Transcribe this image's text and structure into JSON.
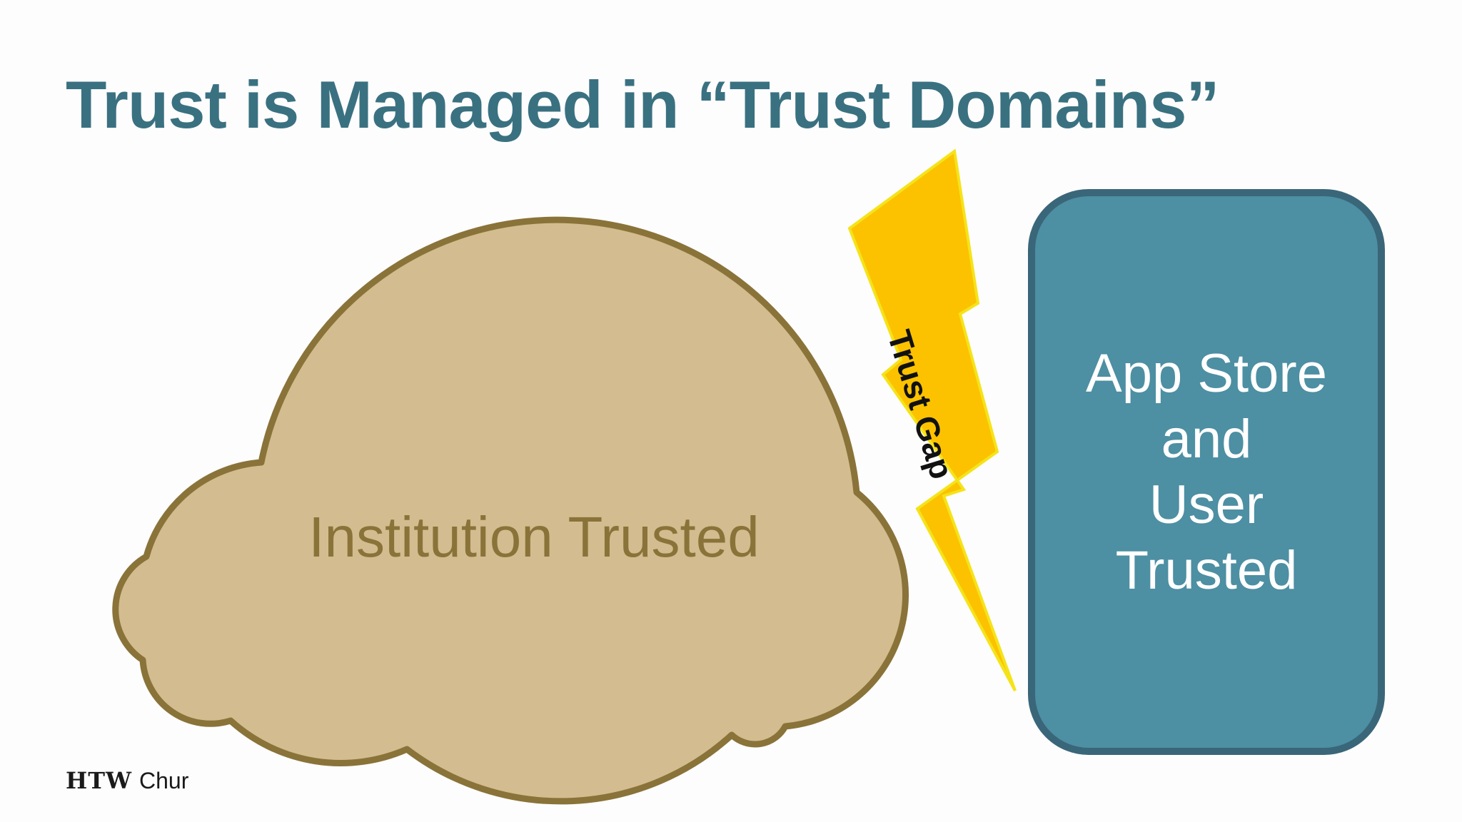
{
  "slide": {
    "title": "Trust is Managed in “Trust Domains”"
  },
  "diagram": {
    "cloud": {
      "label": "Institution Trusted",
      "fill_color": "#d3bc8f",
      "stroke_color": "#8a7339"
    },
    "lightning": {
      "label": "Trust Gap",
      "fill_color": "#fcc200",
      "stroke_color": "#f5e31a"
    },
    "box": {
      "lines": [
        "App Store",
        "and",
        "User",
        "Trusted"
      ],
      "fill_color": "#4d8fa3",
      "stroke_color": "#3a6679"
    }
  },
  "footer": {
    "logo_bold": "HTW",
    "logo_light": "Chur"
  }
}
